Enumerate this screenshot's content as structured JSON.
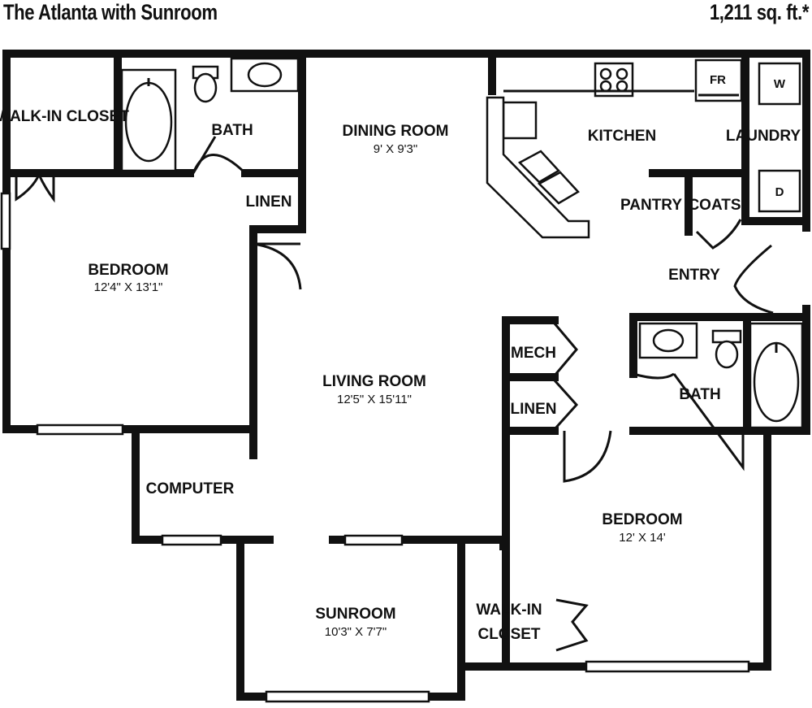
{
  "plan": {
    "name": "The Atlanta with Sunroom",
    "area": "1,211 sq. ft.*"
  },
  "rooms": {
    "walk_in_closet_1": "WALK-IN CLOSET",
    "bath_1": "BATH",
    "dining_room": "DINING ROOM",
    "dining_dim": "9' X 9'3\"",
    "kitchen": "KITCHEN",
    "laundry": "LAUNDRY",
    "linen_1": "LINEN",
    "pantry": "PANTRY",
    "coats": "COATS",
    "bedroom_1": "BEDROOM",
    "bedroom_1_dim": "12'4\" X 13'1\"",
    "entry": "ENTRY",
    "mech": "MECH",
    "living_room": "LIVING ROOM",
    "living_dim": "12'5\" X 15'11\"",
    "bath_2": "BATH",
    "linen_2": "LINEN",
    "computer": "COMPUTER",
    "bedroom_2": "BEDROOM",
    "bedroom_2_dim": "12' X 14'",
    "sunroom": "SUNROOM",
    "sunroom_dim": "10'3\" X 7'7\"",
    "walk_in_label_a": "WALK-IN",
    "walk_in_label_b": "CLOSET"
  },
  "appliances": {
    "fridge": "FR",
    "washer": "W",
    "dryer": "D"
  }
}
